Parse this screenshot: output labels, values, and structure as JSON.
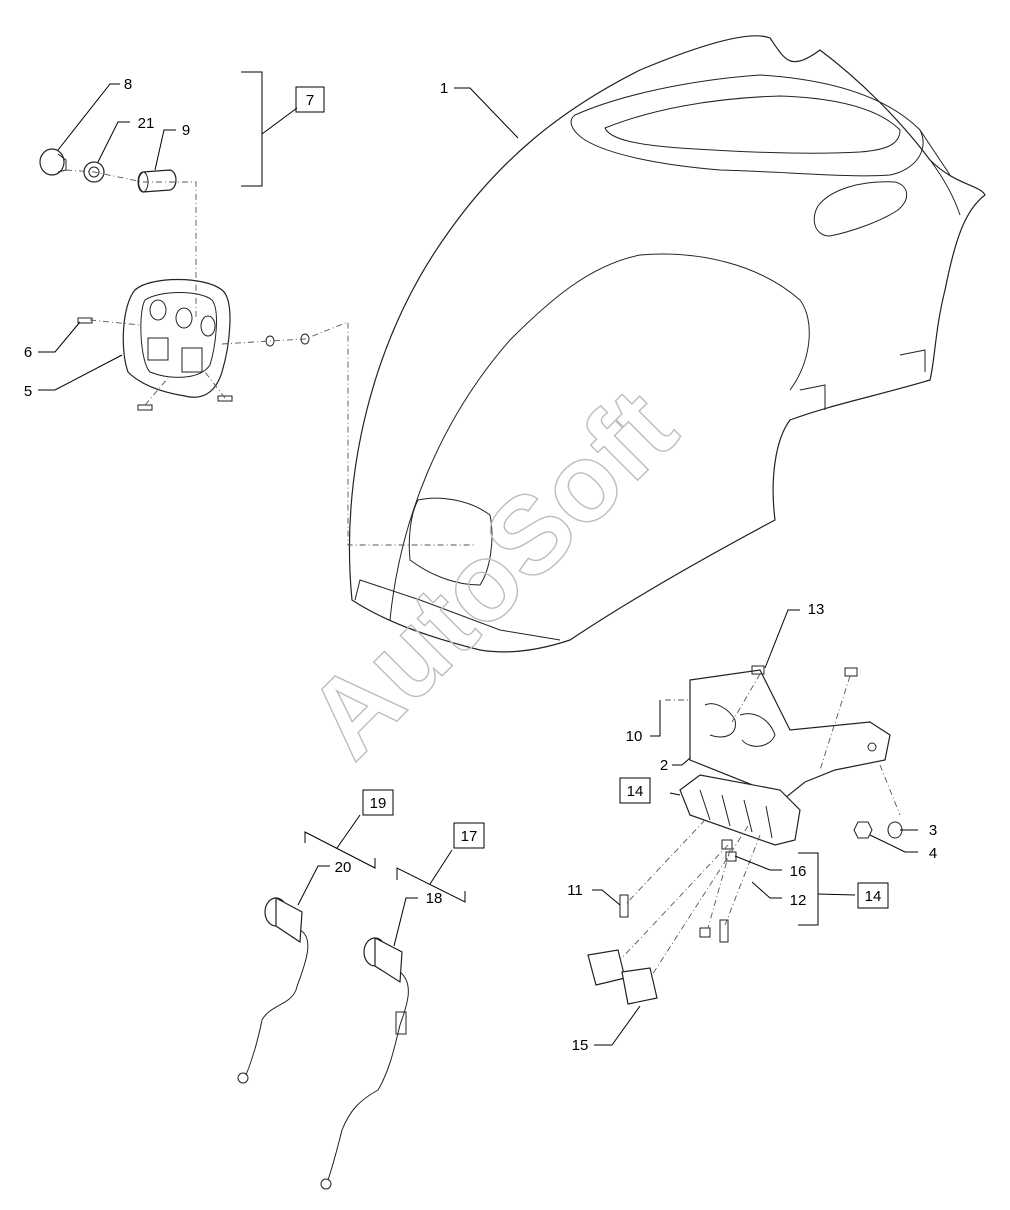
{
  "watermark": "AutoSoft",
  "callouts": {
    "c1": "1",
    "c2": "2",
    "c3": "3",
    "c4": "4",
    "c5": "5",
    "c6": "6",
    "c8": "8",
    "c9": "9",
    "c10": "10",
    "c11": "11",
    "c12": "12",
    "c13": "13",
    "c15": "15",
    "c16": "16",
    "c18": "18",
    "c20": "20",
    "c21": "21"
  },
  "boxed_labels": {
    "b7": "7",
    "b14a": "14",
    "b14b": "14",
    "b17": "17",
    "b19": "19"
  }
}
